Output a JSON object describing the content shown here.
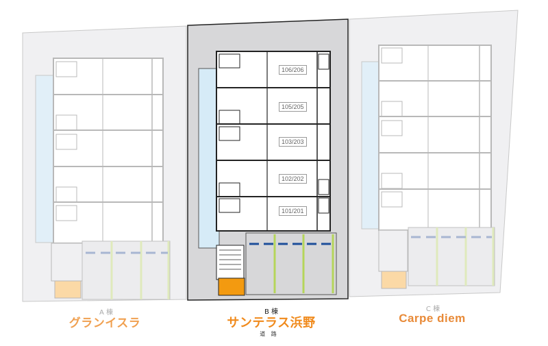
{
  "buildings": [
    {
      "id": "A",
      "sub_label": "A 棟",
      "name": "グランイスラ",
      "name_color": "#f0a050",
      "sub_color": "#aaaaaa",
      "lot_fill": "#f0f0f2",
      "line_color": "#b8b8b8",
      "stair_fill": "#fbd9a6",
      "parking_dash_color": "#a8b6d2",
      "parking_divider_color": "#dfeabc",
      "highlighted": false
    },
    {
      "id": "B",
      "sub_label": "B 棟",
      "name": "サンテラス浜野",
      "name_color": "#f08a1c",
      "sub_color": "#222222",
      "lot_fill": "#d7d7d9",
      "line_color": "#222222",
      "stair_fill": "#f39a10",
      "parking_dash_color": "#1d4e9a",
      "parking_divider_color": "#b5d55a",
      "highlighted": true,
      "units": [
        "106/206",
        "105/205",
        "103/203",
        "102/202",
        "101/201"
      ]
    },
    {
      "id": "C",
      "sub_label": "C 棟",
      "name": "Carpe diem",
      "name_color": "#e88a38",
      "sub_color": "#aaaaaa",
      "lot_fill": "#f0f0f2",
      "line_color": "#b8b8b8",
      "stair_fill": "#fbd9a6",
      "parking_dash_color": "#a8b6d2",
      "parking_divider_color": "#dfeabc",
      "highlighted": false
    }
  ],
  "road_label": "道 路",
  "corridor_color": "#d6ebf7"
}
